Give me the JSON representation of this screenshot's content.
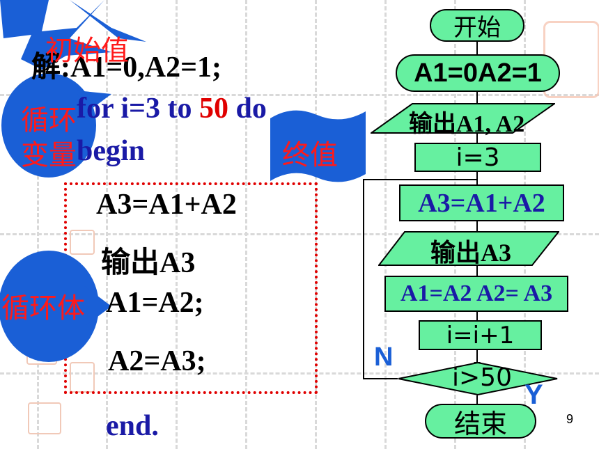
{
  "code": {
    "line1": "解:A1=0,A2=1;",
    "line2_for": "for i=3 to ",
    "line2_end_value": "50",
    "line2_do": " do",
    "line3": "begin",
    "body_line1": "A3=A1+A2",
    "body_line2": "输出A3",
    "body_line3": "A1=A2;",
    "body_line4": "A2=A3;",
    "end": "end."
  },
  "callouts": {
    "initial_value": "初始值",
    "loop_variable_1": "循环",
    "loop_variable_2": "变量",
    "loop_body": "循环体",
    "final_value": "终值"
  },
  "flowchart": {
    "start": "开始",
    "init": "A1=0A2=1",
    "output1": "输出A1, A2",
    "set_i": "i=3",
    "step_sum": "A3=A1+A2",
    "output3": "输出A3",
    "shift": "A1=A2 A2= A3",
    "increment": "i=i+1",
    "condition": "i>50",
    "no_label": "N",
    "yes_label": "Y",
    "end": "结束"
  },
  "page_number": "9",
  "colors": {
    "shape_fill": "#66f0a0",
    "callout_blue": "#1a5fd6",
    "callout_text": "#ff1a1a",
    "code_blue": "#1a1aa6",
    "code_red": "#e00000",
    "dotted_box": "#e00000"
  }
}
